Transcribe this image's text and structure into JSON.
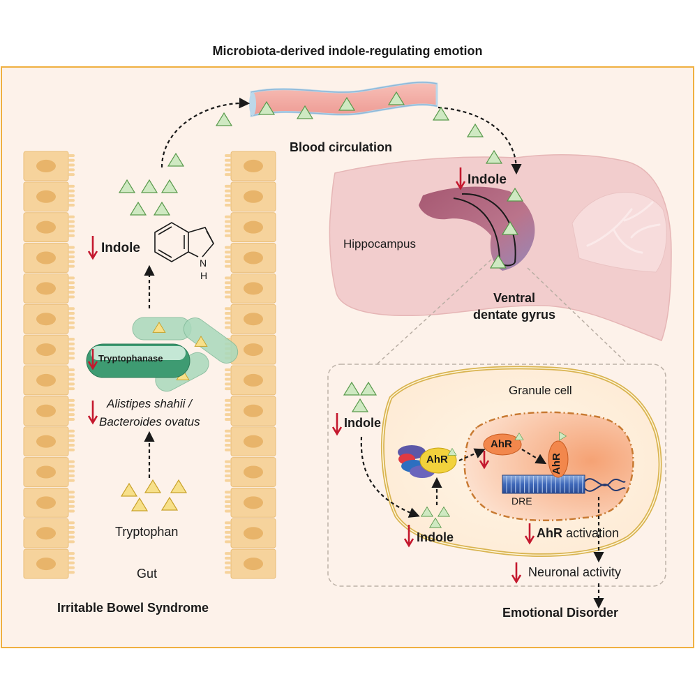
{
  "title": "Microbiota-derived indole-regulating emotion",
  "gut_panel": {
    "indole_label": "Indole",
    "nh_label": "N",
    "h_label": "H",
    "enzyme_label": "Tryptophanase",
    "bacteria_line1": "Alistipes shahii /",
    "bacteria_line2": "Bacteroides ovatus",
    "tryptophan_label": "Tryptophan",
    "gut_label": "Gut",
    "disease_label": "Irritable Bowel Syndrome"
  },
  "circulation": {
    "label": "Blood circulation"
  },
  "brain_panel": {
    "indole_label": "Indole",
    "hippocampus_label": "Hippocampus",
    "region_line1": "Ventral",
    "region_line2": "dentate gyrus"
  },
  "cell_panel": {
    "granule_cell_label": "Granule cell",
    "indole_outside_label": "Indole",
    "ahr_cytoplasm_label": "AhR",
    "ahr_nucleus_label": "AhR",
    "ahr_bound_label": "AhR",
    "dre_label": "DRE",
    "indole_inside_label": "Indole",
    "ahr_activation_bold": "AhR",
    "ahr_activation_text": " activation",
    "neuronal_activity_label": "Neuronal activity",
    "outcome_label": "Emotional Disorder"
  },
  "colors": {
    "frame": "#f0b040",
    "background": "#fdf2ea",
    "epithelium": "#f6d39c",
    "nucleus": "#e8b46a",
    "down_arrow": "#c4182e",
    "indole_triangle": "#cfe9c2",
    "tryptophan_triangle": "#f7e08a",
    "bacteria": "#8fc7a7",
    "vessel": "#f3a9a2",
    "brain": "#f2cdcd"
  }
}
